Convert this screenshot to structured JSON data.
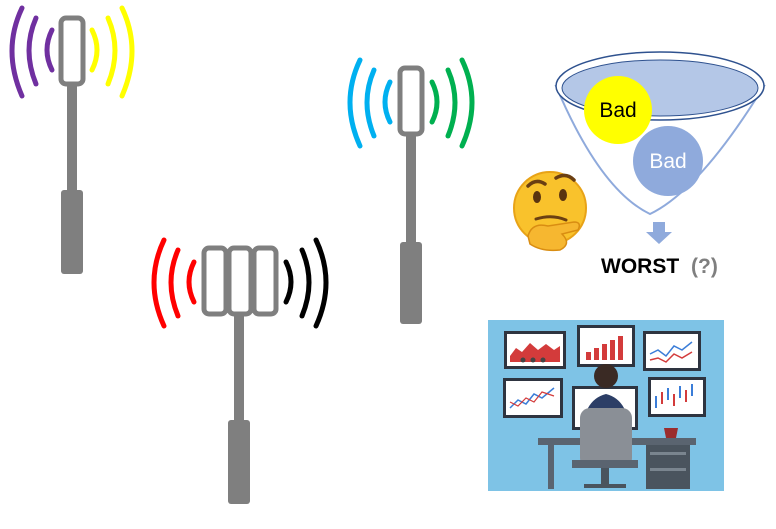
{
  "funnel": {
    "bad_top": "Bad",
    "bad_bottom": "Bad",
    "result_word": "WORST",
    "result_suffix": "(?)"
  },
  "colors": {
    "antenna_left_outer": "#7030a0",
    "antenna_left_inner": "#ffff00",
    "antenna_right_outer": "#00b050",
    "antenna_right_inner": "#00b0f0",
    "antenna_center_left": "#ff0000",
    "antenna_center_right": "#000000",
    "mast_gray": "#7f7f7f",
    "bad_yellow": "#ffff00",
    "bad_blue": "#8faadc",
    "dashboard_bg": "#7ec3e6"
  },
  "icons": [
    "thinking-face-icon",
    "down-arrow-icon",
    "analyst-dashboard-illustration"
  ]
}
